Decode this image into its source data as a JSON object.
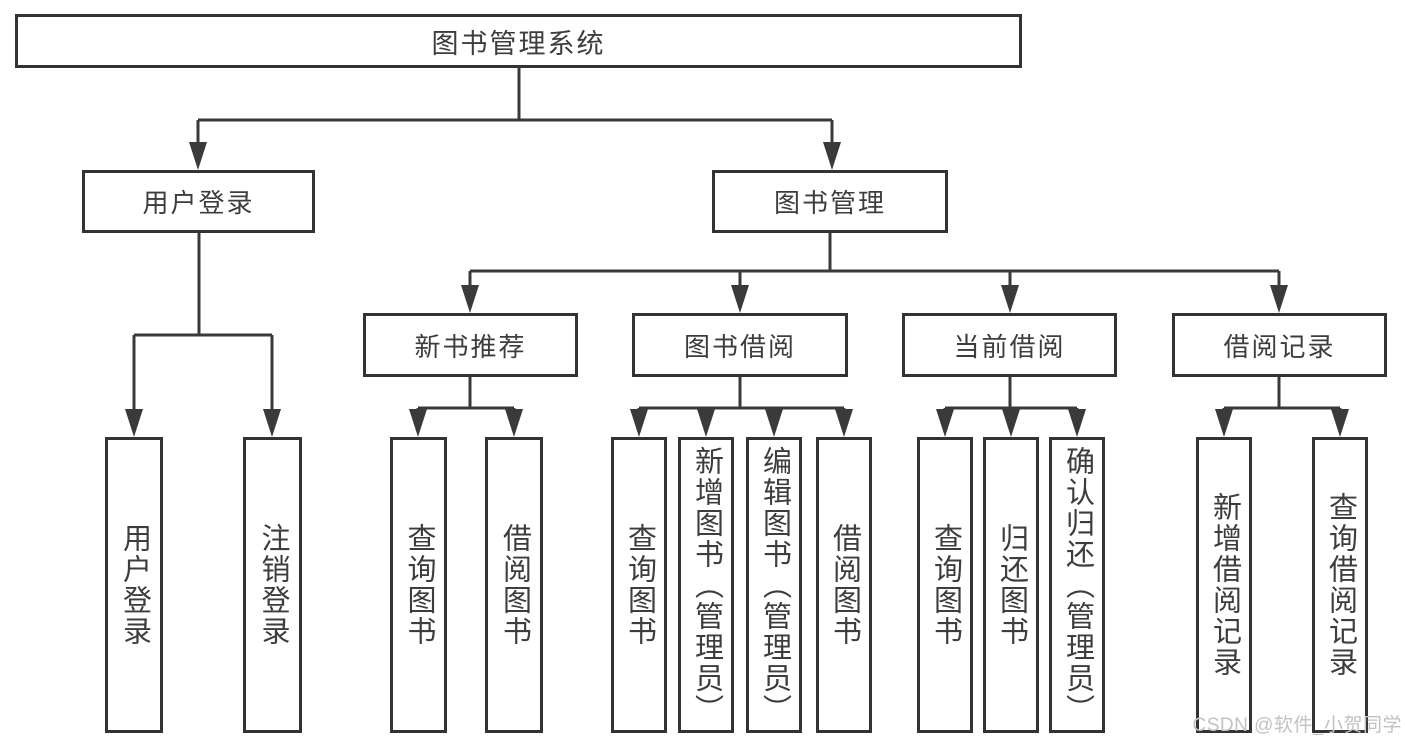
{
  "colors": {
    "background": "#ffffff",
    "line": "#3a3a3a",
    "border": "#333333",
    "text": "#3d3d3d",
    "watermark": "#c2c2c2"
  },
  "watermark": "CSDN @软件_小贺同学",
  "tree": {
    "root": {
      "label": "图书管理系统"
    },
    "branches": [
      {
        "label": "用户登录",
        "children": [
          {
            "label": "用户登录"
          },
          {
            "label": "注销登录"
          }
        ]
      },
      {
        "label": "图书管理",
        "children": [
          {
            "label": "新书推荐",
            "children": [
              {
                "label": "查询图书"
              },
              {
                "label": "借阅图书"
              }
            ]
          },
          {
            "label": "图书借阅",
            "children": [
              {
                "label": "查询图书"
              },
              {
                "label": "新增图书（管理员）"
              },
              {
                "label": "编辑图书（管理员）"
              },
              {
                "label": "借阅图书"
              }
            ]
          },
          {
            "label": "当前借阅",
            "children": [
              {
                "label": "查询图书"
              },
              {
                "label": "归还图书"
              },
              {
                "label": "确认归还（管理员）"
              }
            ]
          },
          {
            "label": "借阅记录",
            "children": [
              {
                "label": "新增借阅记录"
              },
              {
                "label": "查询借阅记录"
              }
            ]
          }
        ]
      }
    ]
  }
}
